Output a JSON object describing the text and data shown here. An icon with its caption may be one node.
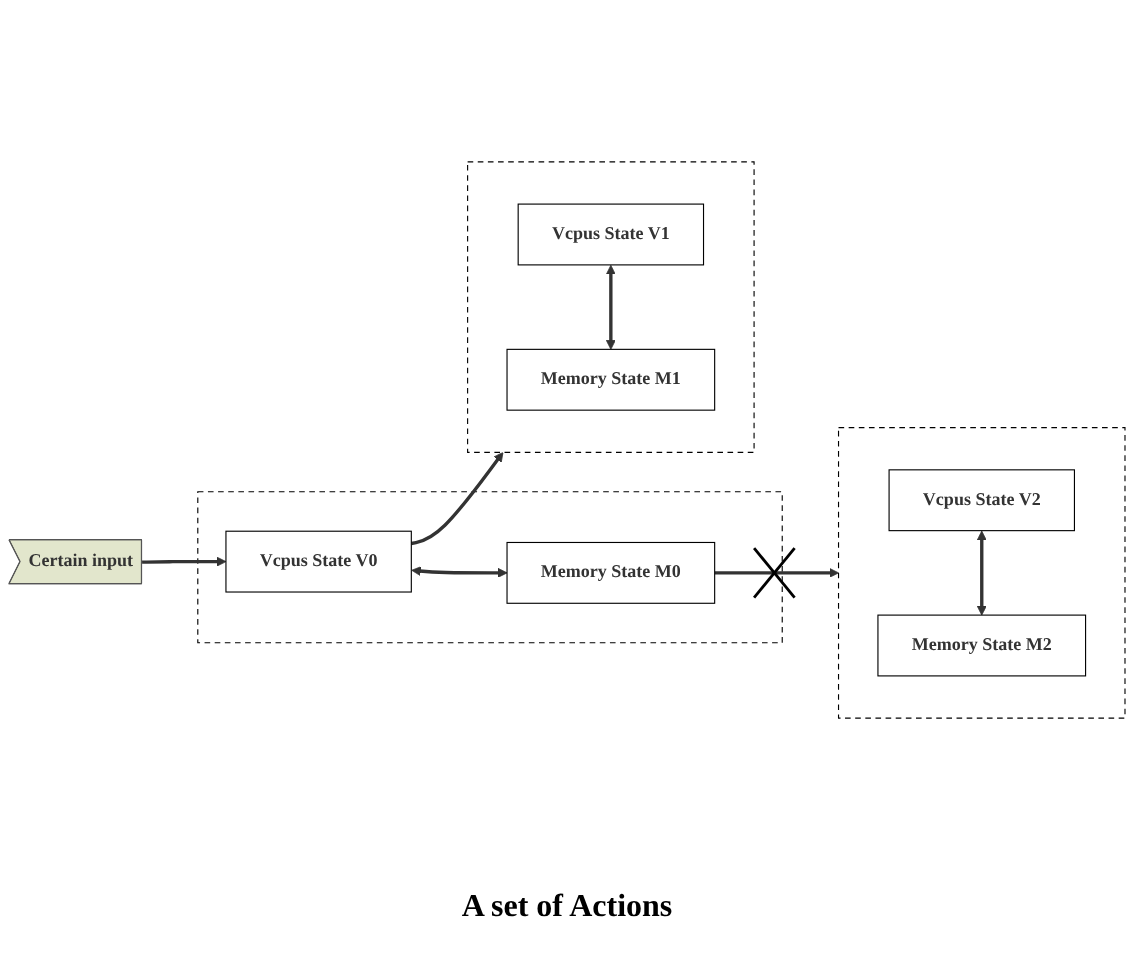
{
  "diagram": {
    "nodes": [
      {
        "text": [
          "Certain input"
        ]
      },
      {
        "text": [],
        "shape": "box"
      },
      {
        "text": [
          "Vcpus State V0"
        ],
        "in": 1
      },
      {
        "text": [
          "Memory State M0"
        ],
        "in": 1
      },
      {
        "text": [],
        "shape": "box"
      },
      {
        "text": [
          "Vcpus State V1"
        ],
        "in": 4
      },
      {
        "text": [
          "Memory State M1"
        ],
        "in": 4
      },
      {
        "text": [],
        "shape": "box"
      },
      {
        "text": [
          "Vcpus State V2"
        ],
        "in": 7
      },
      {
        "text": [
          "Memory State M2"
        ],
        "in": 7
      }
    ],
    "edges": [
      {
        "from": 0,
        "to": 2,
        "arrow": "to"
      },
      {
        "from": 2,
        "to": 3,
        "arrow": "both"
      },
      {
        "from": 2,
        "to": 4,
        "arrow": "to"
      },
      {
        "from": 3,
        "to": 7,
        "arrow": "to"
      },
      {
        "from": 5,
        "to": 6,
        "arrow": "both"
      },
      {
        "from": 8,
        "to": 9,
        "arrow": "both"
      }
    ],
    "labels": [
      "A set of Actions"
    ]
  }
}
